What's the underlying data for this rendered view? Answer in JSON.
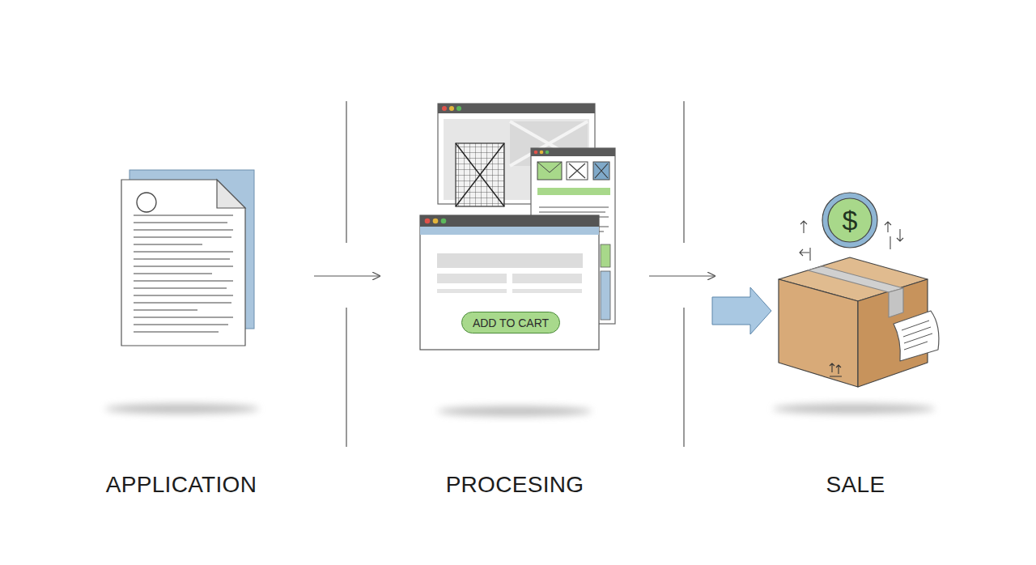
{
  "diagram": {
    "nodes": [
      {
        "text": [
          "APPLICATION"
        ]
      },
      {
        "text": [
          "PROCESING"
        ]
      },
      {
        "text": [
          "ADD TO CART"
        ],
        "in": 1
      },
      {
        "text": [
          "SALE"
        ]
      }
    ],
    "edges": [
      {
        "from": 0,
        "to": 1,
        "arrow": "to"
      },
      {
        "from": 1,
        "to": 3,
        "arrow": "to"
      }
    ],
    "labels": [
      "$"
    ]
  }
}
